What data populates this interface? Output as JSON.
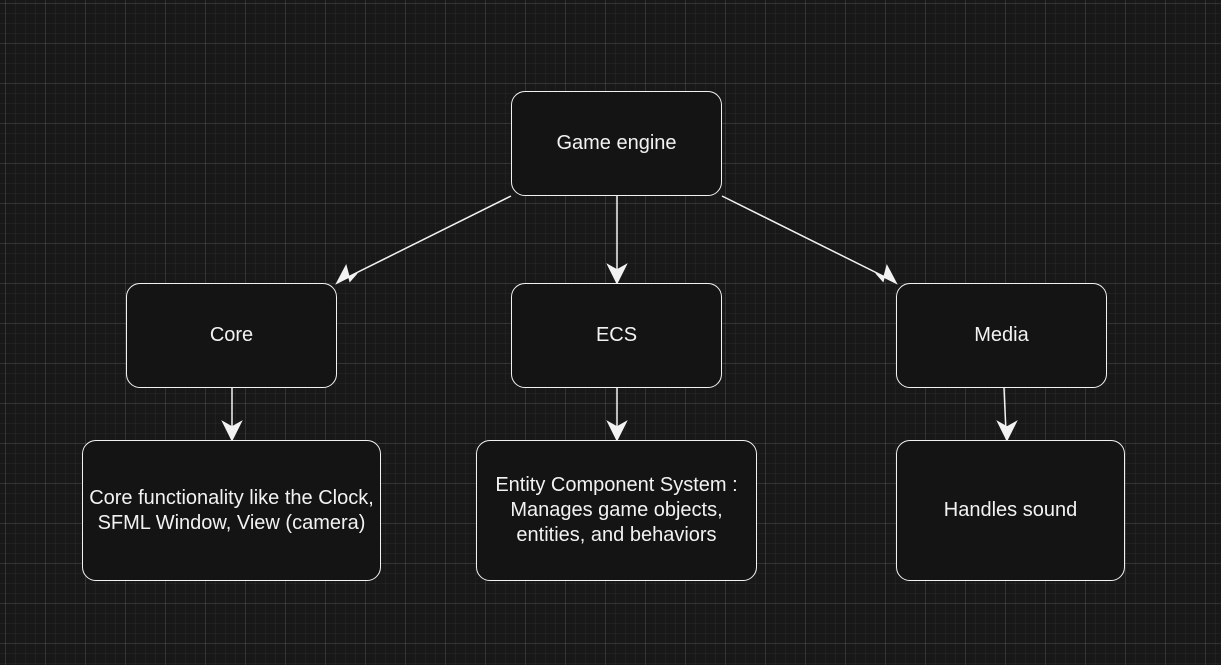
{
  "diagram": {
    "nodes": {
      "engine": "Game engine",
      "core": "Core",
      "ecs": "ECS",
      "media": "Media",
      "core_desc": "Core functionality like the Clock, SFML Window, View (camera)",
      "ecs_desc": "Entity Component System : Manages game objects, entities, and behaviors",
      "media_desc": "Handles sound"
    },
    "edges": [
      {
        "from": "engine",
        "to": "core"
      },
      {
        "from": "engine",
        "to": "ecs"
      },
      {
        "from": "engine",
        "to": "media"
      },
      {
        "from": "core",
        "to": "core_desc"
      },
      {
        "from": "ecs",
        "to": "ecs_desc"
      },
      {
        "from": "media",
        "to": "media_desc"
      }
    ],
    "colors": {
      "background": "#181818",
      "node_fill": "#141414",
      "stroke": "#f2f2f2",
      "text": "#f2f2f2"
    }
  }
}
